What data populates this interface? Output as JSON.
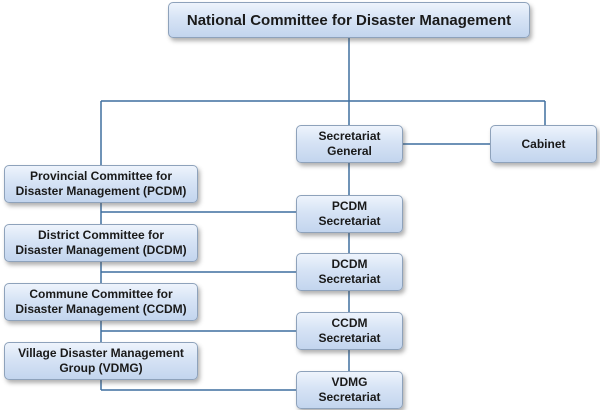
{
  "org_chart": {
    "national": "National Committee for Disaster Management",
    "secretariat_general": "Secretariat\nGeneral",
    "cabinet": "Cabinet",
    "pcdm": "Provincial Committee for\nDisaster Management (PCDM)",
    "dcdm": "District Committee for\nDisaster Management (DCDM)",
    "ccdm": "Commune Committee for\nDisaster Management (CCDM)",
    "vdmg": "Village Disaster Management\nGroup (VDMG)",
    "pcdm_secretariat": "PCDM\nSecretariat",
    "dcdm_secretariat": "DCDM\nSecretariat",
    "ccdm_secretariat": "CCDM\nSecretariat",
    "vdmg_secretariat": "VDMG\nSecretariat"
  },
  "colors": {
    "connector": "#3f6f9f",
    "box_border": "#8ea2bb",
    "box_fill_top": "#eef4fc",
    "box_fill_bottom": "#c3d5ee"
  }
}
